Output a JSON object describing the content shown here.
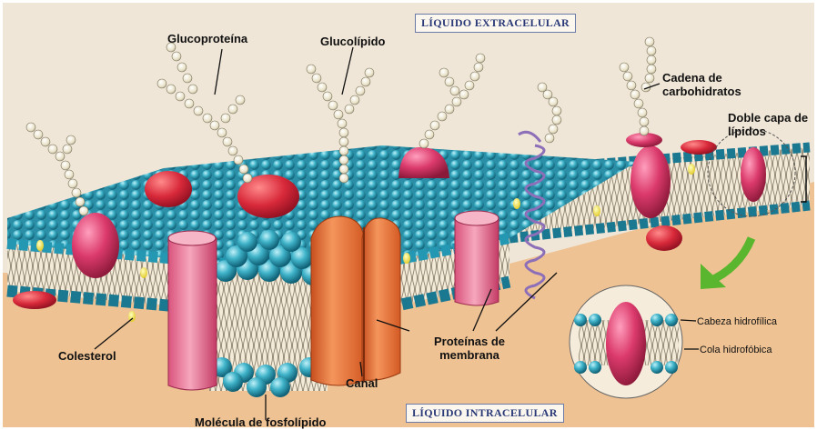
{
  "labels": {
    "extracellular": "LÍQUIDO EXTRACELULAR",
    "intracellular": "LÍQUIDO INTRACELULAR",
    "glycoprotein": "Glucoproteína",
    "glycolipid": "Glucolípido",
    "carbohydrate_chain": "Cadena de carbohidratos",
    "lipid_bilayer": "Doble capa de lípidos",
    "cholesterol": "Colesterol",
    "channel": "Canal",
    "membrane_proteins": "Proteínas de membrana",
    "phospholipid": "Molécula de fosfolípido",
    "hydrophilic_head": "Cabeza hidrofílica",
    "hydrophobic_tail": "Cola hidrofóbica"
  },
  "colors": {
    "head_blue": "#3aa6bf",
    "protein_pink": "#d93a6b",
    "channel_orange": "#ef7a3e",
    "cholesterol_yellow": "#f0e04a",
    "intracellular_tan": "#eec293",
    "extracellular_bg": "#efe5d6"
  }
}
